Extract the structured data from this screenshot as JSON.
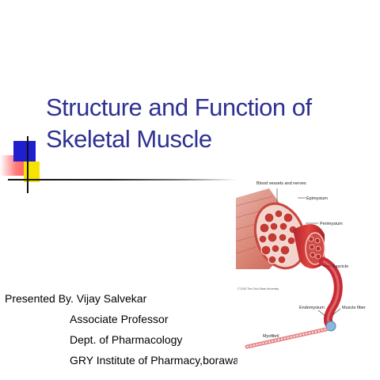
{
  "slide": {
    "title_line1": "Structure and Function of",
    "title_line2": "Skeletal Muscle",
    "presenter": "Presented By. Vijay Salvekar",
    "designation": "Associate Professor",
    "department": "Dept. of Pharmacology",
    "institute": "GRY Institute of Pharmacy,borawan"
  },
  "illustration": {
    "labels": {
      "blood_vessels": "Blood vessels and nerves",
      "epimysium": "Epimysium",
      "perimysium": "Perimysium",
      "fascicle": "Fascicle",
      "endomysium": "Endomysium",
      "muscle_fiber": "Muscle fiber",
      "myofibril": "Myofibril",
      "copyright": "© 2020 The Ohio State University"
    }
  },
  "colors": {
    "title": "#2e3192",
    "accent_blue": "#1f1fcf",
    "accent_yellow": "#f6e400",
    "accent_red": "#ff4d4d",
    "muscle": "#c9453d",
    "muscle_light": "#e9a79d"
  }
}
